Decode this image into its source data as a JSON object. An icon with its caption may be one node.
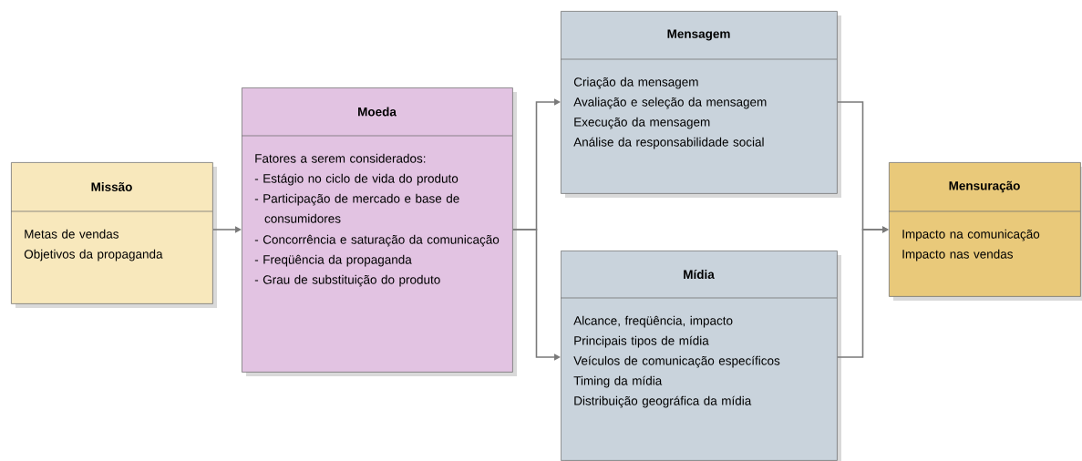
{
  "diagram": {
    "nodes": [
      {
        "text": [
          "Missão",
          "Metas de vendas",
          "Objetivos da propaganda"
        ]
      },
      {
        "text": [
          "Moeda",
          "Fatores a serem considerados:",
          "- Estágio no ciclo de vida do produto",
          "- Participação de mercado e base de consumidores",
          "- Concorrência e saturação da comunicação",
          "- Freqüência da propaganda",
          "- Grau de substituição do produto"
        ]
      },
      {
        "text": [
          "Mensagem",
          "Criação da mensagem",
          "Avaliação e seleção da mensagem",
          "Execução da mensagem",
          "Análise da responsabilidade social"
        ]
      },
      {
        "text": [
          "Mídia",
          "Alcance, freqüência, impacto",
          "Principais tipos de mídia",
          "Veículos de comunicação específicos",
          "Timing da mídia",
          "Distribuição geográfica da mídia"
        ]
      },
      {
        "text": [
          "Mensuração",
          "Impacto na comunicação",
          "Impacto nas vendas"
        ]
      }
    ],
    "edges": [
      {
        "from": 0,
        "to": 1,
        "arrow": "to"
      },
      {
        "from": 1,
        "to": 2,
        "arrow": "to"
      },
      {
        "from": 1,
        "to": 3,
        "arrow": "to"
      },
      {
        "from": 2,
        "to": 4,
        "arrow": "to"
      },
      {
        "from": 3,
        "to": 4,
        "arrow": "to"
      }
    ]
  }
}
